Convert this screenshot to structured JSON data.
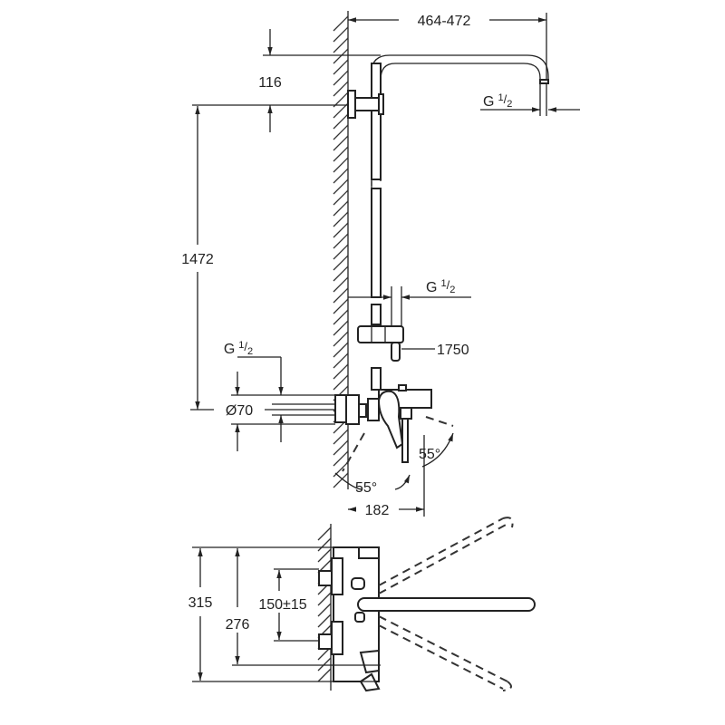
{
  "drawing": {
    "dimensions": {
      "arm_projection": "464-472",
      "arm_height": "116",
      "bracket_height": "1472",
      "holder_height": "1750",
      "pipe_diameter": "Ø70",
      "mixer_projection": "182",
      "lever_angle_front": "55°",
      "lever_angle_side": "55°",
      "total_height": "315",
      "body_height": "276",
      "centres": "150±15"
    },
    "threads": {
      "head_connection": {
        "prefix": "G",
        "num": "1",
        "den": "2"
      },
      "hose_connection": {
        "prefix": "G",
        "num": "1",
        "den": "2"
      },
      "inlet_connection": {
        "prefix": "G",
        "num": "1",
        "den": "2"
      }
    },
    "colors": {
      "line": "#222222",
      "background": "#ffffff"
    }
  }
}
